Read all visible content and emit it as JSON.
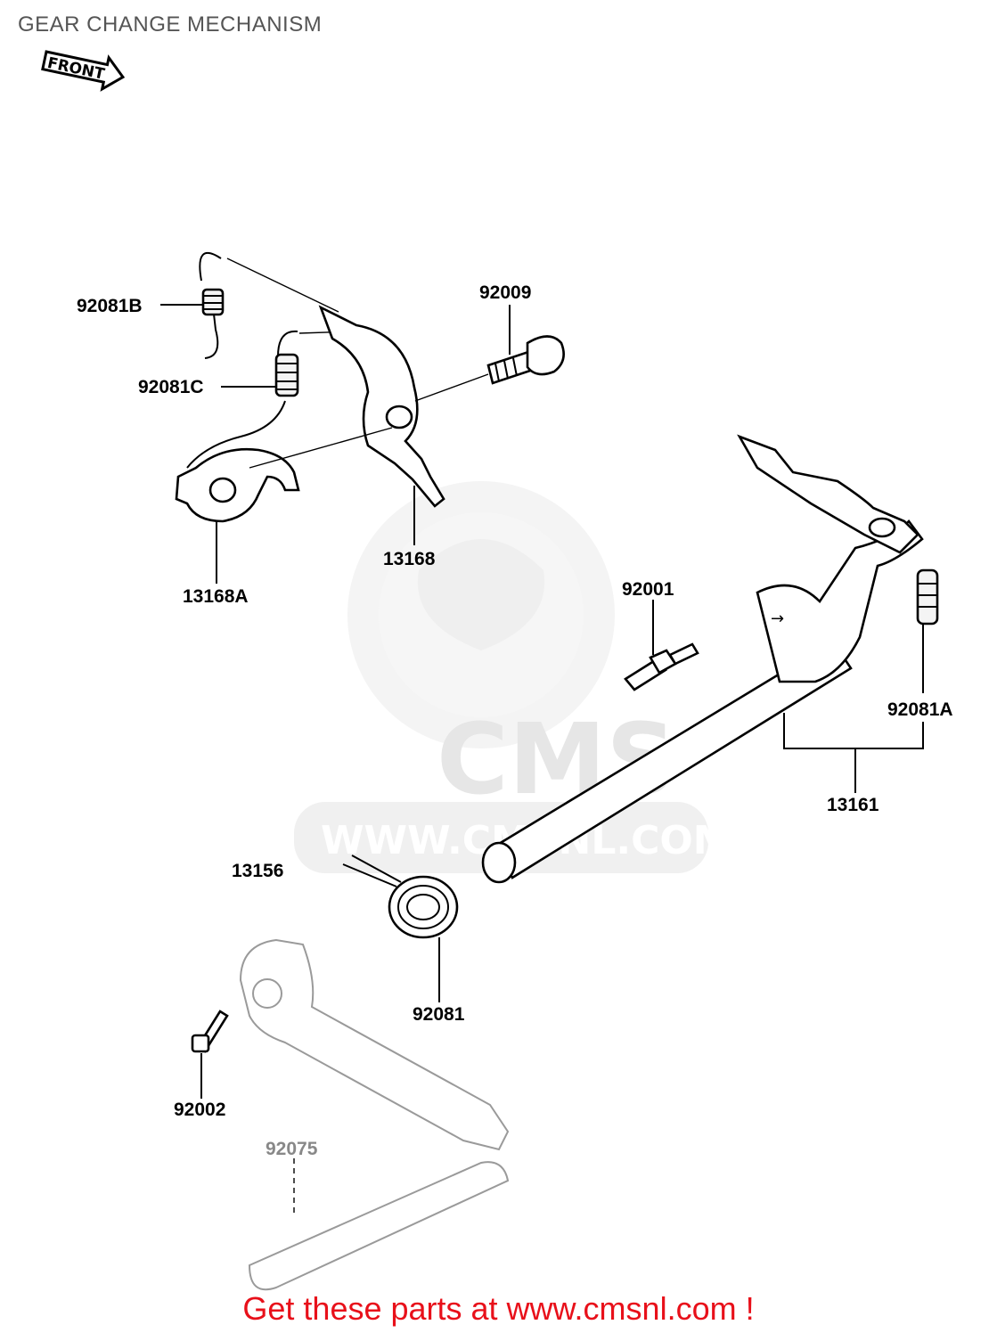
{
  "title": "GEAR CHANGE MECHANISM",
  "front_mark": "FRONT",
  "footer": "Get these parts at www.cmsnl.com !",
  "watermark": {
    "logo_text": "CMS",
    "url_text": "WWW.CMSNL.COM"
  },
  "parts": {
    "p92081B": "92081B",
    "p92009": "92009",
    "p92081C": "92081C",
    "p13168": "13168",
    "p13168A": "13168A",
    "p92001": "92001",
    "p92081A": "92081A",
    "p13161": "13161",
    "p13156": "13156",
    "p92081": "92081",
    "p92002": "92002",
    "p92075": "92075"
  },
  "colors": {
    "footer": "#e8101a",
    "title": "#555555"
  }
}
